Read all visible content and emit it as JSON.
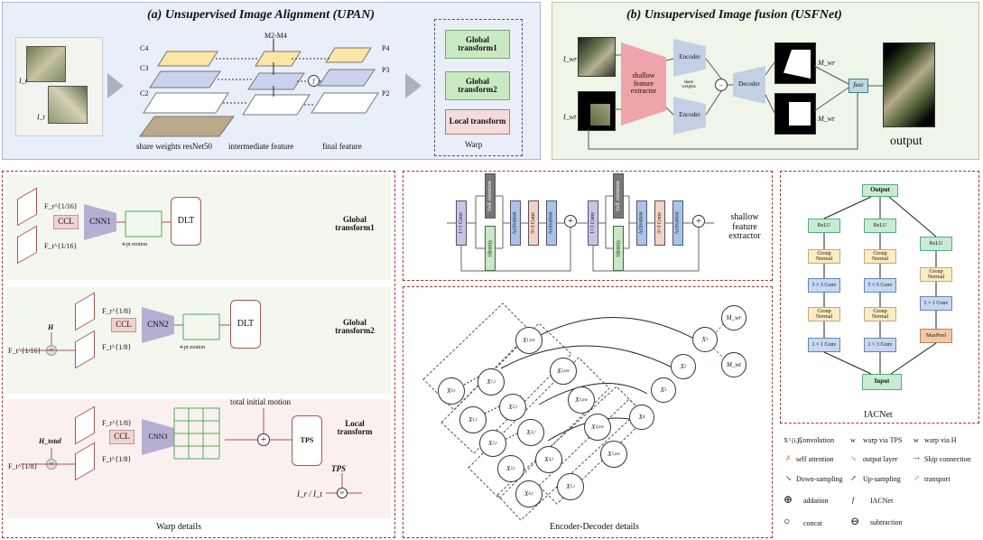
{
  "colors": {
    "upan_bg": "#e9eff8",
    "usf_bg": "#eff5e8",
    "dashed": "#a33",
    "green": "#c9e9c2",
    "pink": "#f4dcdc",
    "enc": "#c3cfe4",
    "shallow": "#eea4ab",
    "ccl": "#f1d2cf",
    "relu": "#c8ecd3",
    "gn": "#fbecc1",
    "conv": "#c7d7f2",
    "maxpool": "#f2c9a8"
  },
  "upan": {
    "title": "(a) Unsupervised Image Alignment (UPAN)",
    "img_labels": [
      "I_r",
      "I_t"
    ],
    "layers_left": [
      "C4",
      "C3",
      "C2"
    ],
    "m_label": "M2-M4",
    "f_symbol": "f",
    "layers_right": [
      "P4",
      "P3",
      "P2"
    ],
    "captions": [
      "share weights resNet50",
      "intermediate feature",
      "final feature"
    ],
    "warp_boxes": [
      "Global transform1",
      "Global transform2",
      "Local transform"
    ],
    "warp_label": "Warp"
  },
  "usf": {
    "title": "(b) Unsupervised Image fusion (USFNet)",
    "in_labels": [
      "I_wr",
      "I_wt"
    ],
    "shallow": "shallow feature extractor",
    "encoders": [
      "Encoder",
      "Encoder"
    ],
    "share": "share weights",
    "decoder": "Decoder",
    "mask_labels": [
      "M_wr",
      "M_wt"
    ],
    "fuse": "fuse",
    "output": "output"
  },
  "warp_details": {
    "caption": "Warp details",
    "g1": {
      "f1": "F_r^{1/16}",
      "f2": "F_t^{1/16}",
      "ccl": "CCL",
      "cnn": "CNN1",
      "motion": "4-pt motion",
      "dlt": "DLT",
      "name": "Global transform1"
    },
    "g2": {
      "h": "H",
      "fin": "F_t^{1/16}",
      "f1": "F_r^{1/8}",
      "f2": "F_t^{1/8}",
      "ccl": "CCL",
      "cnn": "CNN2",
      "motion": "4-pt motion",
      "dlt": "DLT",
      "name": "Global transform2"
    },
    "local": {
      "h": "H_total",
      "fin": "F_t^{1/8}",
      "f1": "F_r^{1/8}",
      "f2": "F_t^{1/8}",
      "ccl": "CCL",
      "cnn": "CNN3",
      "tim": "total initial motion",
      "tps": "TPS",
      "tps2": "TPS",
      "io": "I_r / I_t",
      "name": "Local transform"
    }
  },
  "shallow_fe": {
    "label": "shallow feature extractor",
    "blocks": [
      "1×1 Conv",
      "Self Attention",
      "Identity",
      "Activation",
      "3×3 Conv",
      "Activation"
    ]
  },
  "encdec": {
    "caption": "Encoder-Decoder details",
    "outs": [
      "M_wr",
      "M_wt"
    ]
  },
  "iacnet": {
    "caption": "IACNet",
    "output": "Output",
    "input": "Input",
    "col1": [
      "ReLU",
      "Group Normal",
      "3 × 3 Conv",
      "Group Normal",
      "1 × 1 Conv"
    ],
    "col2": [
      "ReLU",
      "Group Normal",
      "5 × 5 Conv",
      "Group Normal",
      "1 × 3 Conv"
    ],
    "col3": [
      "ReLU",
      "Group Normal",
      "1 × 1 Conv",
      "MaxPool"
    ]
  },
  "legend": [
    {
      "sym": "X^{i,j}",
      "text": "Convolution"
    },
    {
      "sym": "w",
      "text": "warp via TPS"
    },
    {
      "sym": "w",
      "text": "warp via H"
    },
    {
      "sym": "✗",
      "text": "self attention"
    },
    {
      "sym": "↘",
      "text": "output layer"
    },
    {
      "sym": "⇢",
      "text": "Skip connection"
    },
    {
      "sym": "↘",
      "text": "Down-sampling"
    },
    {
      "sym": "↗",
      "text": "Up-sampling"
    },
    {
      "sym": "↗",
      "text": "transport"
    },
    {
      "sym": "⊕",
      "text": "addation"
    },
    {
      "sym": "f",
      "text": "IACNet"
    },
    {
      "sym": "○",
      "text": "concat"
    },
    {
      "sym": "⊖",
      "text": "subtraction"
    }
  ]
}
